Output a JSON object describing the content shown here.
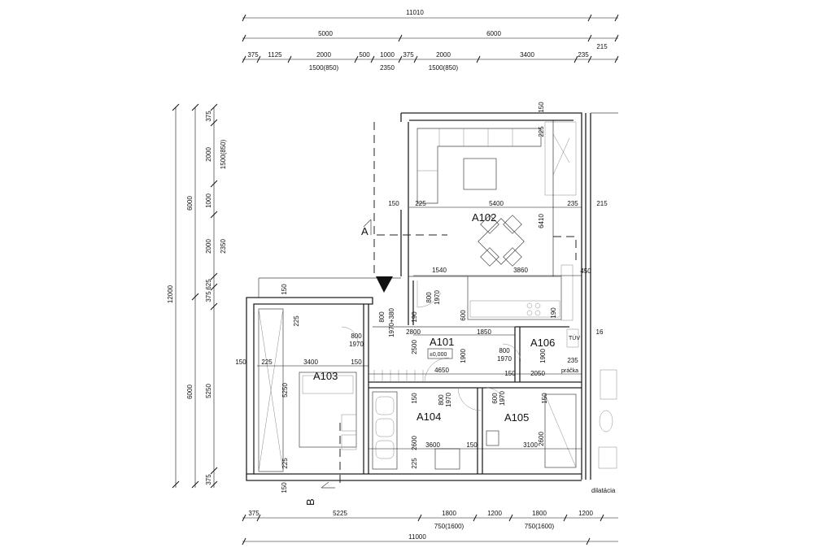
{
  "dimensions": {
    "top_overall": "11010",
    "top_row2": [
      "5000",
      "6000"
    ],
    "top_row3": [
      "375",
      "1125",
      "2000",
      "500",
      "1000",
      "375",
      "2000",
      "3400",
      "235",
      "215"
    ],
    "top_openings": [
      "1500(850)",
      "2350",
      "1500(850)"
    ],
    "left_overall": "12000",
    "left_row2": [
      "6000",
      "6000"
    ],
    "left_row3": [
      "375",
      "2000",
      "1000",
      "2000",
      "375",
      "625",
      "5250",
      "375"
    ],
    "left_openings": [
      "1500(850)",
      "2350"
    ],
    "bottom_row1": [
      "375",
      "5225",
      "1800",
      "1200",
      "1800",
      "1200"
    ],
    "bottom_openings": [
      "750(1600)",
      "750(1600)"
    ],
    "bottom_overall": "11000"
  },
  "rooms": {
    "a102": "A102",
    "a101": "A101",
    "a101_level": "±0,000",
    "a103": "A103",
    "a104": "A104",
    "a105": "A105",
    "a106": "A106"
  },
  "interior_dims": {
    "d150_top": "150",
    "d225_a": "225",
    "d150_b": "150",
    "d225_b": "225",
    "d5400": "5400",
    "d235_a": "235",
    "d215": "215",
    "d6410": "6410",
    "d1540": "1540",
    "d3860": "3860",
    "d150_c": "150",
    "d800_a": "800",
    "d1970_a": "1970",
    "d600_a": "600",
    "d190_a": "190",
    "d800_380": "800",
    "d1970_380": "1970+380",
    "d190_b": "190",
    "d150_d": "150",
    "d225_c": "225",
    "d800_b": "800",
    "d1970_b": "1970",
    "d2800": "2800",
    "d1850": "1850",
    "d2500": "2500",
    "d1900_a": "1900",
    "d1900_b": "1900",
    "d800_c": "800",
    "d1970_c": "1970",
    "d235_b": "235",
    "d150_e": "150",
    "d225_d": "225",
    "d3400": "3400",
    "d150_f": "150",
    "d4650": "4650",
    "d150_g": "150",
    "d2050": "2050",
    "d5250": "5250",
    "d150_h": "150",
    "d800_d": "800",
    "d1970_d": "1970",
    "d600_b": "600",
    "d1970_e": "1970",
    "d2600_a": "2600",
    "d2600_b": "2600",
    "d3600": "3600",
    "d150_i": "150",
    "d3100": "3100",
    "d225_e": "225",
    "d225_f": "225",
    "d150_j": "150",
    "d450": "450",
    "d16": "16"
  },
  "labels": {
    "section_a": "A",
    "section_b": "B",
    "tuv": "TÚV",
    "pracka": "práčka",
    "dilatacia": "dilatácia"
  }
}
